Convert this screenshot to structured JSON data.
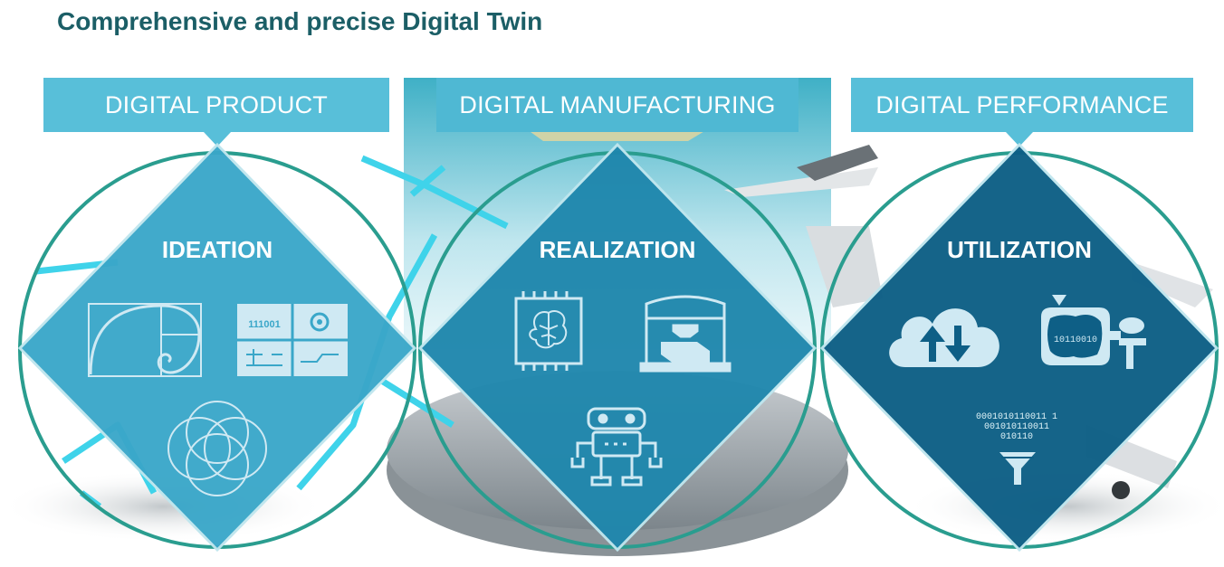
{
  "title": "Comprehensive and precise Digital Twin",
  "colors": {
    "title": "#1b5e66",
    "banner": "#58bfd9",
    "ring": "#2a9d8f",
    "diamond_product": "#3aa7c9",
    "diamond_manufacturing": "#1f87ad",
    "diamond_performance": "#0e5f86",
    "icon_stroke": "#cfe9f3"
  },
  "sections": [
    {
      "banner": "DIGITAL PRODUCT",
      "stage": "IDEATION",
      "icons": [
        "golden-spiral-icon",
        "puzzle-code-icon",
        "venn-circles-icon"
      ]
    },
    {
      "banner": "DIGITAL MANUFACTURING",
      "stage": "REALIZATION",
      "icons": [
        "brain-chip-icon",
        "3d-printer-icon",
        "robot-icon"
      ]
    },
    {
      "banner": "DIGITAL PERFORMANCE",
      "stage": "UTILIZATION",
      "icons": [
        "cloud-sync-icon",
        "data-monitor-icon",
        "data-funnel-icon"
      ]
    }
  ],
  "binary_text": "0001010110011 1\n001010110011\n010110",
  "puzzle_text": "111001",
  "monitor_text": "10110010"
}
